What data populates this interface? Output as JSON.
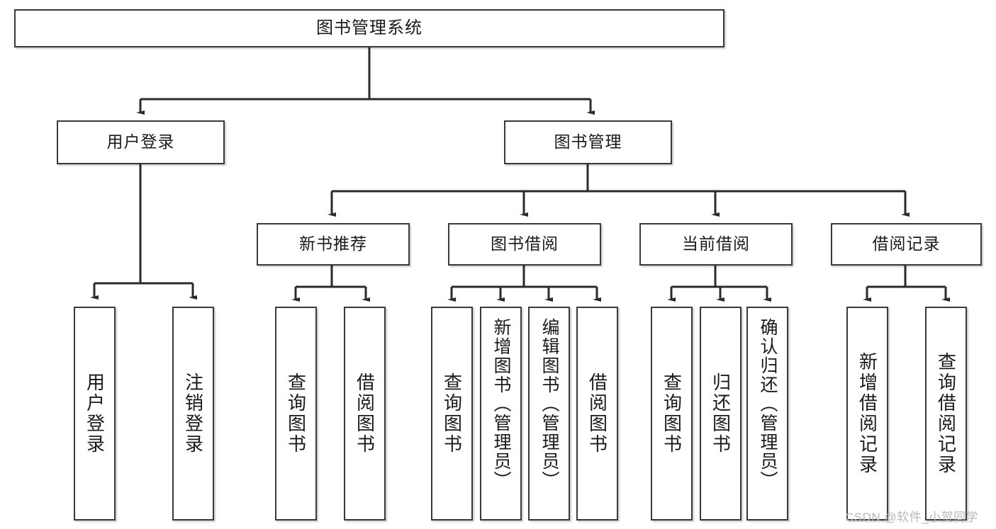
{
  "diagram": {
    "type": "tree",
    "title": "图书管理系统",
    "watermark": "CSDN @软件_小贺同学",
    "colors": {
      "box_border": "#3a3a3a",
      "box_fill": "#ffffff",
      "connector": "#2b2b2b",
      "text": "#1a1a1a",
      "watermark": "#b9b9b9"
    },
    "root": {
      "label": "图书管理系统"
    },
    "level2": [
      {
        "label": "用户登录"
      },
      {
        "label": "图书管理"
      }
    ],
    "level3": [
      {
        "label": "新书推荐"
      },
      {
        "label": "图书借阅"
      },
      {
        "label": "当前借阅"
      },
      {
        "label": "借阅记录"
      }
    ],
    "leaves": {
      "user_login": [
        {
          "label": "用户登录"
        },
        {
          "label": "注销登录"
        }
      ],
      "new_book_recommend": [
        {
          "label": "查询图书"
        },
        {
          "label": "借阅图书"
        }
      ],
      "book_borrow": [
        {
          "label": "查询图书"
        },
        {
          "label": "新增图书（管理员）"
        },
        {
          "label": "编辑图书（管理员）"
        },
        {
          "label": "借阅图书"
        }
      ],
      "current_borrow": [
        {
          "label": "查询图书"
        },
        {
          "label": "归还图书"
        },
        {
          "label": "确认归还（管理员）"
        }
      ],
      "borrow_records": [
        {
          "label": "新增借阅记录"
        },
        {
          "label": "查询借阅记录"
        }
      ]
    }
  }
}
